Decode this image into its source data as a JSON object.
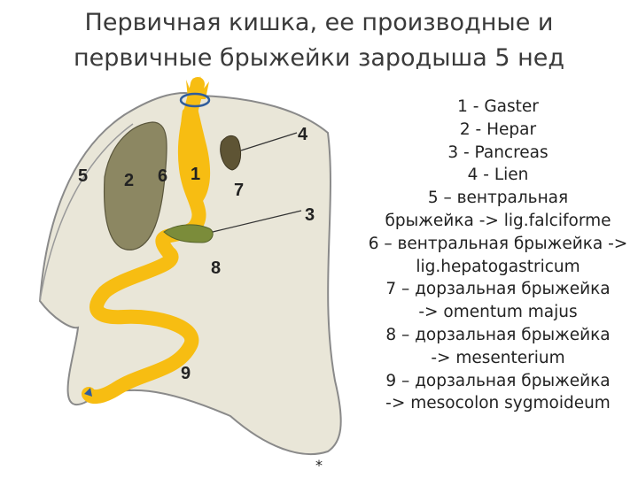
{
  "title": {
    "line1": "Первичная кишка, ее производные и",
    "line2": "первичные  брыжейки зародыша 5 нед"
  },
  "labels": {
    "l1": "1",
    "l2": "2",
    "l3": "3",
    "l4": "4",
    "l5": "5",
    "l6": "6",
    "l7": "7",
    "l8": "8",
    "l9": "9"
  },
  "legend": [
    "1 - Gaster",
    "2 - Hepar",
    "3 - Pancreas",
    "4 - Lien",
    "5 – вентральная",
    "брыжейка -> lig.falciforme",
    "6 – вентральная брыжейка ->",
    "lig.hepatogastricum",
    "7 – дорзальная брыжейка",
    "-> omentum majus",
    "8 – дорзальная брыжейка",
    "-> mesenterium",
    "9 – дорзальная брыжейка",
    "-> mesocolon sygmoideum"
  ],
  "footnote": "*",
  "colors": {
    "mesentery": "#e9e6d8",
    "outline": "#8a8a8a",
    "gut": "#f7bd12",
    "liver": "#8c8762",
    "pancreas": "#7b8c3a",
    "spleen": "#5e5434",
    "ring": "#2f5c9c"
  }
}
